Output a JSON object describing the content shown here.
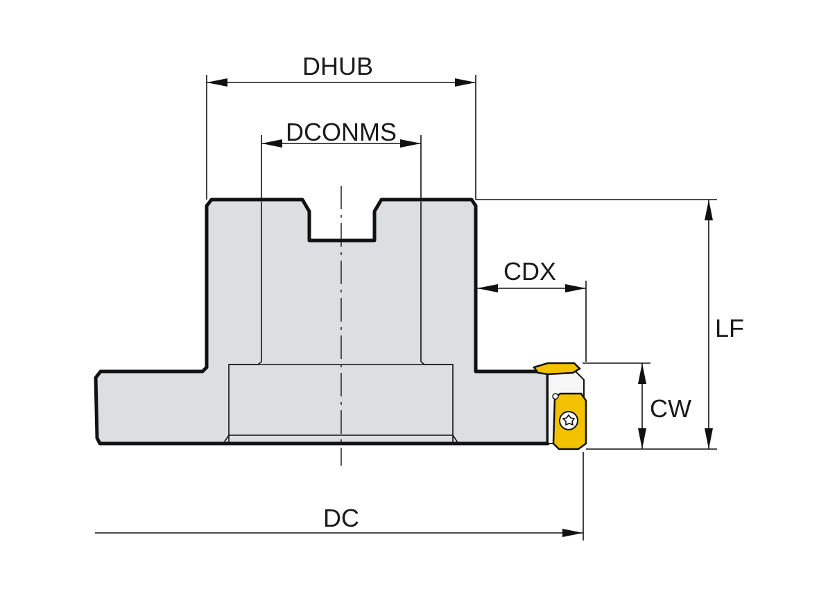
{
  "diagram": {
    "labels": {
      "dhub": "DHUB",
      "dconms": "DCONMS",
      "cdx": "CDX",
      "lf": "LF",
      "cw": "CW",
      "dc": "DC"
    },
    "colors": {
      "body_fill": "#dbdfe2",
      "insert_fill": "#f2c200",
      "line": "#111111"
    }
  }
}
